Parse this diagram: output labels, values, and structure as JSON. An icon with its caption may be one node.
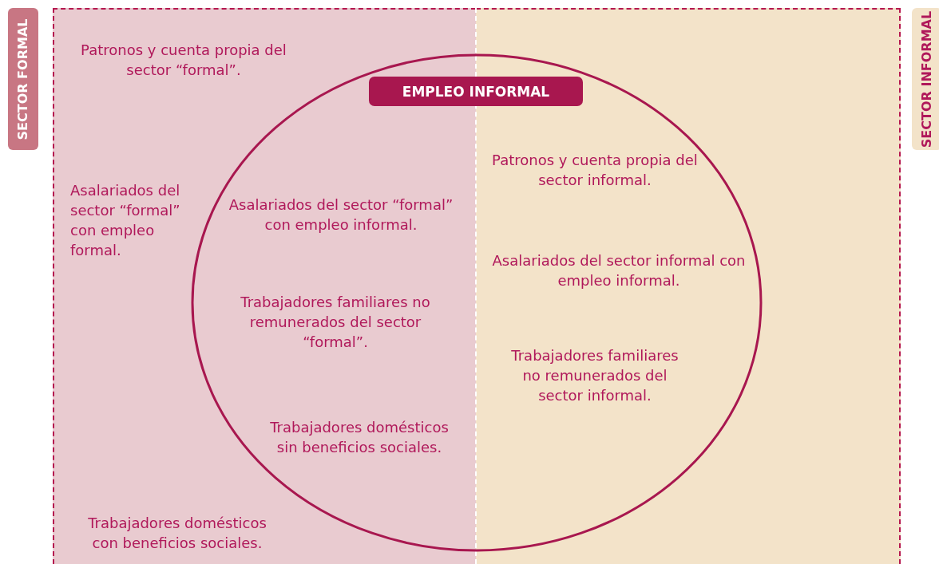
{
  "diagram": {
    "nodes": [
      {
        "text": [
          "SECTOR FORMAL"
        ]
      },
      {
        "text": [
          "SECTOR INFORMAL"
        ]
      },
      {
        "text": [
          "EMPLEO INFORMAL"
        ]
      }
    ],
    "labels": [
      "Patronos y cuenta propia del sector “formal”.",
      "Patronos y cuenta propia del sector informal.",
      "Asalariados del sector “formal” con empleo formal.",
      "Asalariados del sector “formal” con empleo informal.",
      "Asalariados del sector informal con empleo informal.",
      "Trabajadores familiares no remunerados del sector “formal”.",
      "Trabajadores familiares no remunerados del sector informal.",
      "Trabajadores domésticos sin beneficios sociales.",
      "Trabajadores domésticos con beneficios sociales."
    ]
  }
}
